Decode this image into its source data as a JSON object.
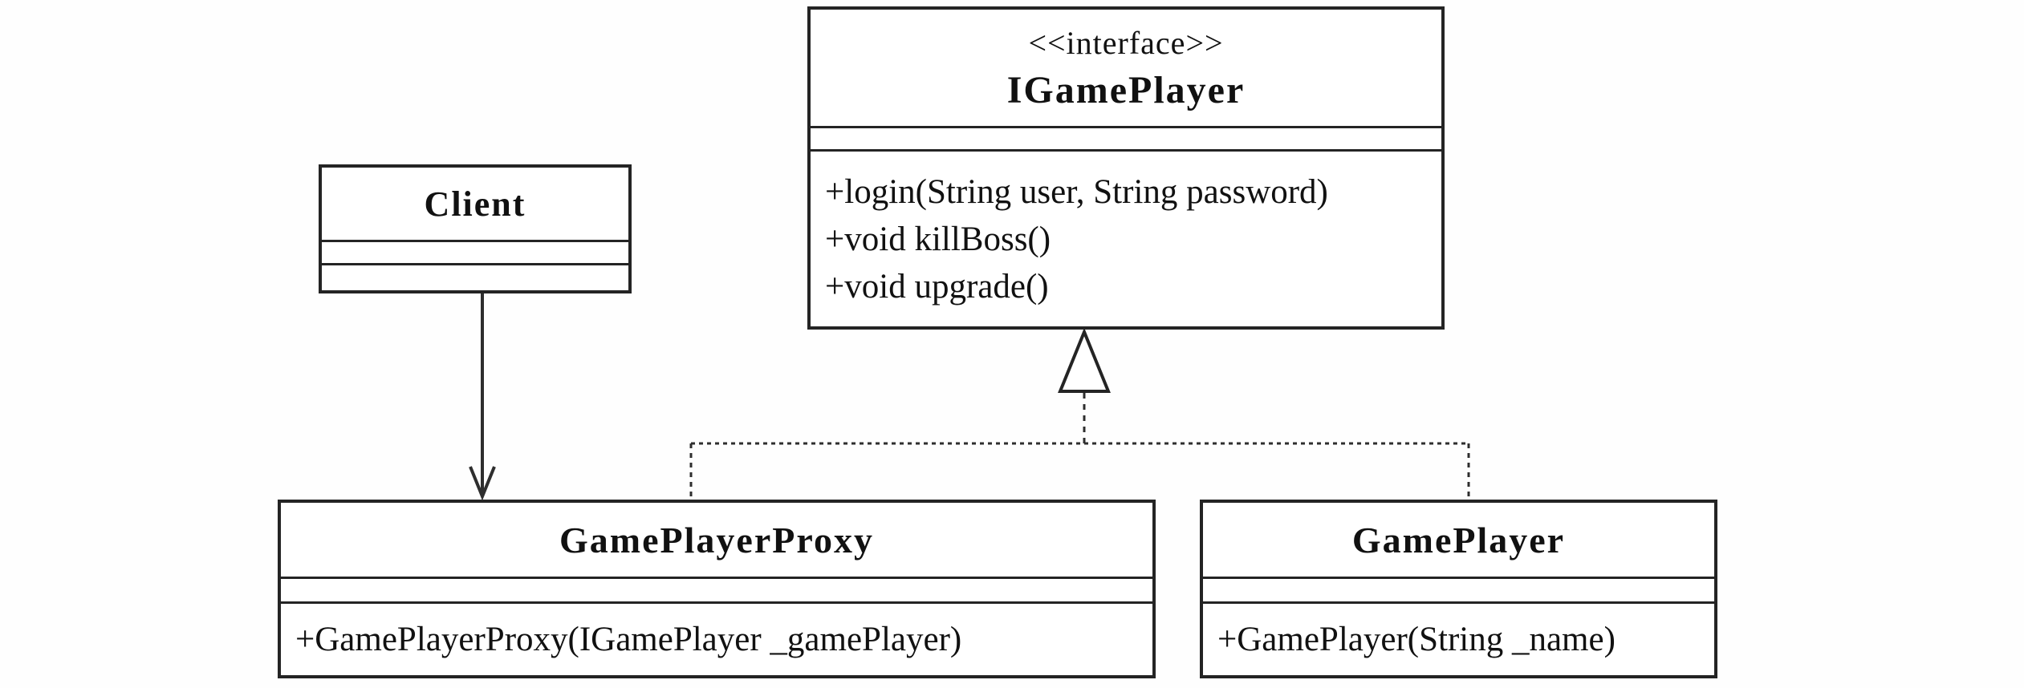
{
  "diagram": {
    "kind": "uml-class-diagram"
  },
  "classes": {
    "client": {
      "name": "Client",
      "attributes": [],
      "methods": []
    },
    "igame_player": {
      "stereotype": "<<interface>>",
      "name": "IGamePlayer",
      "attributes": [],
      "methods": [
        "+login(String user, String password)",
        "+void killBoss()",
        "+void upgrade()"
      ]
    },
    "game_player_proxy": {
      "name": "GamePlayerProxy",
      "attributes": [],
      "methods": [
        "+GamePlayerProxy(IGamePlayer _gamePlayer)"
      ]
    },
    "game_player": {
      "name": "GamePlayer",
      "attributes": [],
      "methods": [
        "+GamePlayer(String _name)"
      ]
    }
  },
  "relationships": [
    {
      "from": "Client",
      "to": "GamePlayerProxy",
      "type": "directed-association",
      "line": "solid",
      "arrowhead": "open-vee"
    },
    {
      "from": "GamePlayerProxy",
      "to": "IGamePlayer",
      "type": "realization",
      "line": "dashed",
      "arrowhead": "hollow-triangle"
    },
    {
      "from": "GamePlayer",
      "to": "IGamePlayer",
      "type": "realization",
      "line": "dashed",
      "arrowhead": "hollow-triangle"
    }
  ],
  "colors": {
    "background": "#fefefe",
    "box_fill": "#ffffff",
    "border": "#242424",
    "line": "#2e2e2e",
    "text": "#111111"
  }
}
